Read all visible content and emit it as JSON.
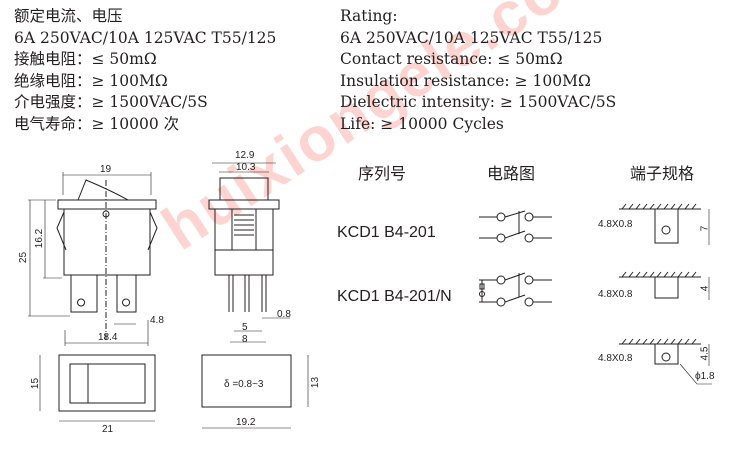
{
  "specs_cn": [
    "额定电流、电压",
    "6A 250VAC/10A 125VAC T55/125",
    "接触电阻：≤ 50mΩ",
    "绝缘电阻：≥ 100MΩ",
    "介电强度：≥ 1500VAC/5S",
    "电气寿命：≥ 10000 次"
  ],
  "specs_en": [
    "Rating:",
    "6A 250VAC/10A 125VAC T55/125",
    "Contact resistance: ≤ 50mΩ",
    "Insulation resistance: ≥ 100MΩ",
    "Dielectric intensity: ≥ 1500VAC/5S",
    "Life: ≥ 10000 Cycles"
  ],
  "table": {
    "headers": {
      "serial": "序列号",
      "circuit": "电路图",
      "terminal": "端子规格"
    },
    "models": [
      "KCD1 B4-201",
      "KCD1 B4-201/N"
    ],
    "terminals": [
      {
        "size": "4.8X0.8",
        "dim": "7"
      },
      {
        "size": "4.8X0.8",
        "dim": "4"
      },
      {
        "size": "4.8X0.8",
        "dim": "4.5",
        "hole": "ϕ1.8"
      }
    ]
  },
  "dimensions": {
    "front_width": "19",
    "front_height": "25",
    "body_height": "16.2",
    "terminal_width": "4.8",
    "terminal_span": "18.4",
    "side_outer": "12.9",
    "side_inner": "10.3",
    "pin_thickness": "0.8",
    "pin_gap": "5",
    "pin_span": "8",
    "bezel_height": "15",
    "bezel_width": "21",
    "cutout_height": "13",
    "cutout_width": "19.2",
    "panel_thickness": "δ =0.8~3"
  },
  "watermark": "huixiongele.com"
}
